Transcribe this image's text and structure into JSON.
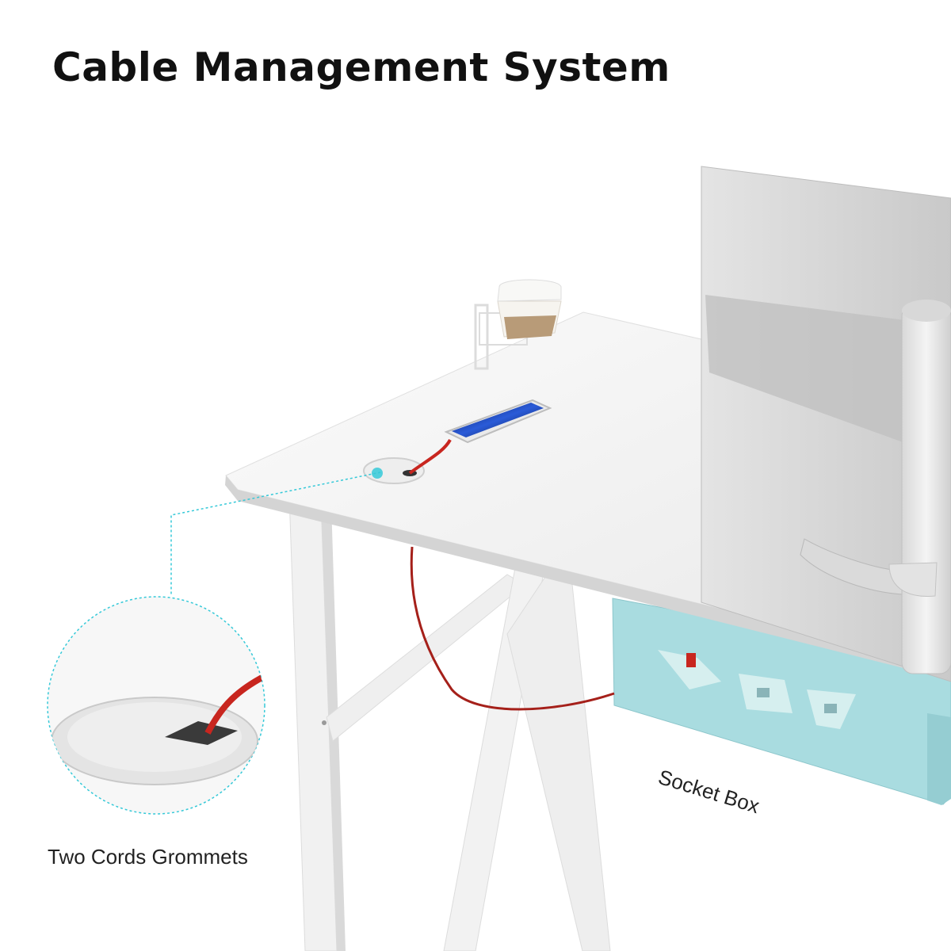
{
  "header": {
    "title": "Cable Management System"
  },
  "labels": {
    "grommet": "Two Cords Grommets",
    "socket_box": "Socket Box"
  },
  "colors": {
    "accent_teal": "#35c9d8",
    "socket_box": "#a9dce0",
    "cable_red": "#c8261f",
    "desk_white": "#f3f3f3"
  }
}
